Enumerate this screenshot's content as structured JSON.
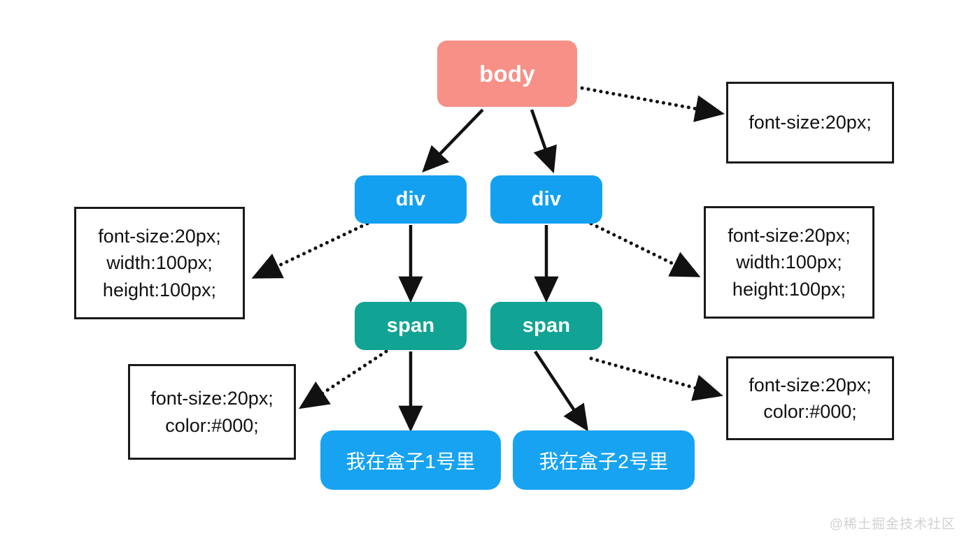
{
  "diagram": {
    "title": "CSS inheritance DOM tree diagram",
    "background": "#ffffff",
    "colors": {
      "body_node": "#f79087",
      "div_node": "#14a0f0",
      "span_node": "#11a394",
      "text_node": "#17a3f2",
      "annotation_border": "#1a1a1a",
      "edge": "#111111",
      "watermark": "#d2d2d2"
    },
    "nodes": {
      "body": {
        "label": "body"
      },
      "div_left": {
        "label": "div"
      },
      "div_right": {
        "label": "div"
      },
      "span_left": {
        "label": "span"
      },
      "span_right": {
        "label": "span"
      },
      "text_left": {
        "label": "我在盒子1号里"
      },
      "text_right": {
        "label": "我在盒子2号里"
      }
    },
    "annotations": {
      "body_style": {
        "lines": [
          "font-size:20px;"
        ]
      },
      "div_left_style": {
        "lines": [
          "font-size:20px;",
          "width:100px;",
          "height:100px;"
        ]
      },
      "div_right_style": {
        "lines": [
          "font-size:20px;",
          "width:100px;",
          "height:100px;"
        ]
      },
      "span_left_style": {
        "lines": [
          "font-size:20px;",
          "color:#000;"
        ]
      },
      "span_right_style": {
        "lines": [
          "font-size:20px;",
          "color:#000;"
        ]
      }
    },
    "watermark": "@稀土掘金技术社区"
  }
}
